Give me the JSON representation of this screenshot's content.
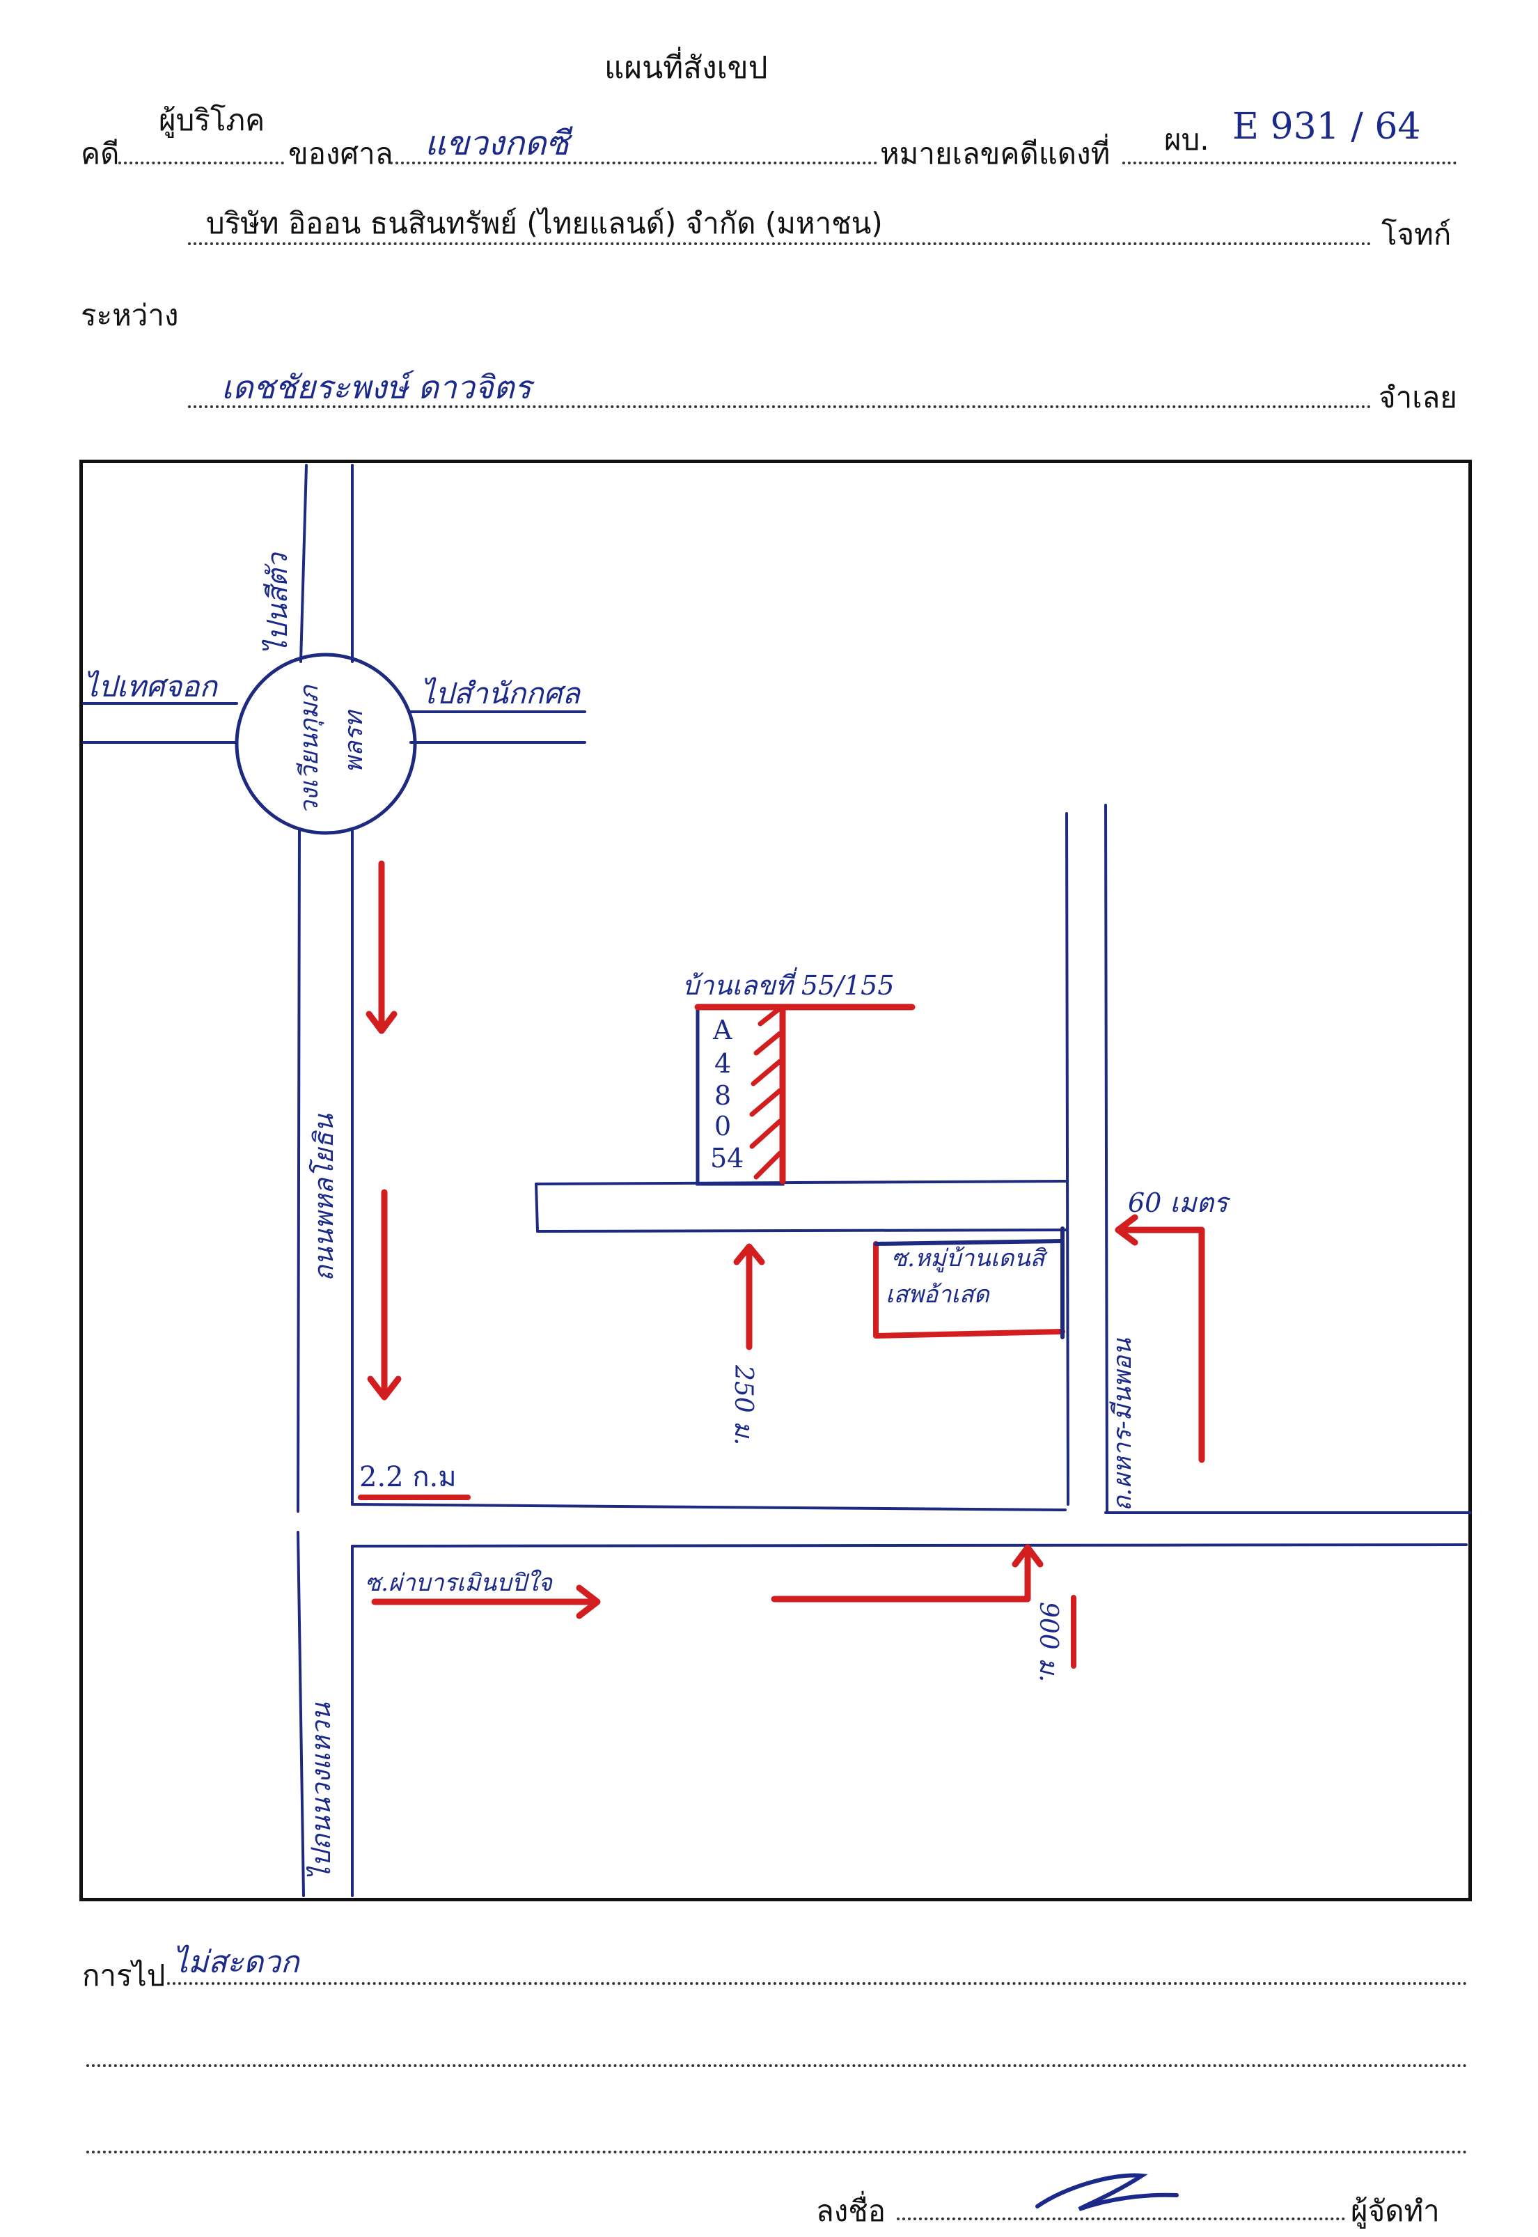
{
  "header": {
    "title": "แผนที่สังเขป",
    "case_label": "คดี",
    "case_type": "ผู้บริโภค",
    "court_label": "ของศาล",
    "court_value": "แขวงกดซี",
    "red_case_label": "หมายเลขคดีแดงที่",
    "red_case_prefix": "ผบ.",
    "red_case_value": "E 931 / 64",
    "plaintiff_name": "บริษัท อิออน ธนสินทรัพย์ (ไทยแลนด์) จำกัด (มหาชน)",
    "plaintiff_label": "โจทก์",
    "between_label": "ระหว่าง",
    "defendant_name": "เดชชัยระพงษ์ ดาวจิตร",
    "defendant_label": "จำเลย"
  },
  "map": {
    "west_road": "ไปเทศจอก",
    "north_road": "ไปนสีตัว",
    "east_road": "ไปสำนักกศล",
    "circle_line1": "วงเวียนกุมภ",
    "circle_line2": "พลรท",
    "main_road": "ถนนพหลโยธิน",
    "south_road": "ไปถนนวงแหวน",
    "house_label": "บ้านเลขที่ 55/155",
    "house_code": [
      "A",
      "4",
      "8",
      "0",
      "54"
    ],
    "dist_250": "250 ม.",
    "village_line1": "ซ.หมู่บ้านเดนสิ",
    "village_line2": "เสพอ้าเสด",
    "dist_60": "60 เมตร",
    "east_road_name": "ถ.ผหาร-มีนพอน",
    "dist_22km": "2.2 ก.ม",
    "soi_label": "ซ.ผ่าบารเมินบปิใจ",
    "dist_900": "900 ม."
  },
  "footer": {
    "travel_label": "การไป",
    "travel_value": "ไม่สะดวก",
    "sign_label": "ลงชื่อ",
    "maker_label": "ผู้จัดทำ"
  }
}
